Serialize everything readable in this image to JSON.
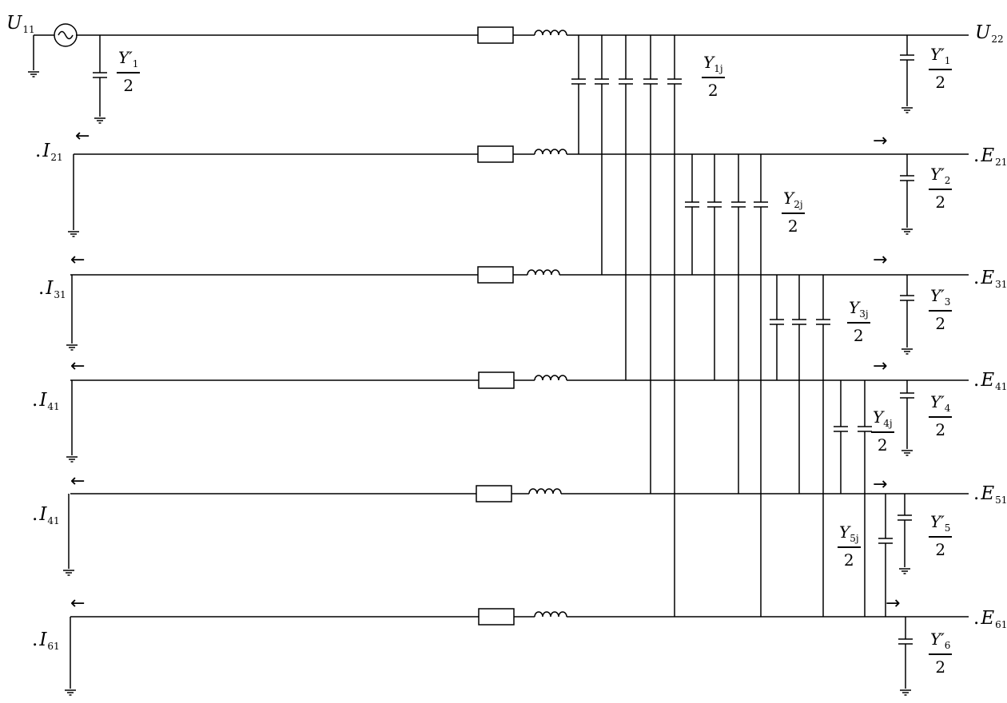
{
  "source": {
    "node": "U",
    "sub": "11"
  },
  "end": {
    "node": "U",
    "sub": "22"
  },
  "branches": [
    {
      "current": "I",
      "current_sub": "21",
      "voltage": "E",
      "voltage_sub": "21"
    },
    {
      "current": "I",
      "current_sub": "31",
      "voltage": "E",
      "voltage_sub": "31"
    },
    {
      "current": "I",
      "current_sub": "41",
      "voltage": "E",
      "voltage_sub": "41"
    },
    {
      "current": "I",
      "current_sub": "41",
      "voltage": "E",
      "voltage_sub": "51"
    },
    {
      "current": "I",
      "current_sub": "61",
      "voltage": "E",
      "voltage_sub": "61"
    }
  ],
  "dot": ".",
  "shunt_labels": [
    {
      "num": "Y′",
      "sub": "1",
      "den": "2"
    },
    {
      "num": "Y′",
      "sub": "1",
      "den": "2"
    },
    {
      "num": "Y′",
      "sub": "2",
      "den": "2"
    },
    {
      "num": "Y′",
      "sub": "3",
      "den": "2"
    },
    {
      "num": "Y′",
      "sub": "4",
      "den": "2"
    },
    {
      "num": "Y′",
      "sub": "5",
      "den": "2"
    },
    {
      "num": "Y′",
      "sub": "6",
      "den": "2"
    }
  ],
  "coupling_labels": [
    {
      "num": "Y",
      "sub": "1j",
      "den": "2"
    },
    {
      "num": "Y",
      "sub": "2j",
      "den": "2"
    },
    {
      "num": "Y",
      "sub": "3j",
      "den": "2"
    },
    {
      "num": "Y",
      "sub": "4j",
      "den": "2"
    },
    {
      "num": "Y",
      "sub": "5j",
      "den": "2"
    }
  ],
  "arrows": {
    "left": "←",
    "right": "→"
  }
}
